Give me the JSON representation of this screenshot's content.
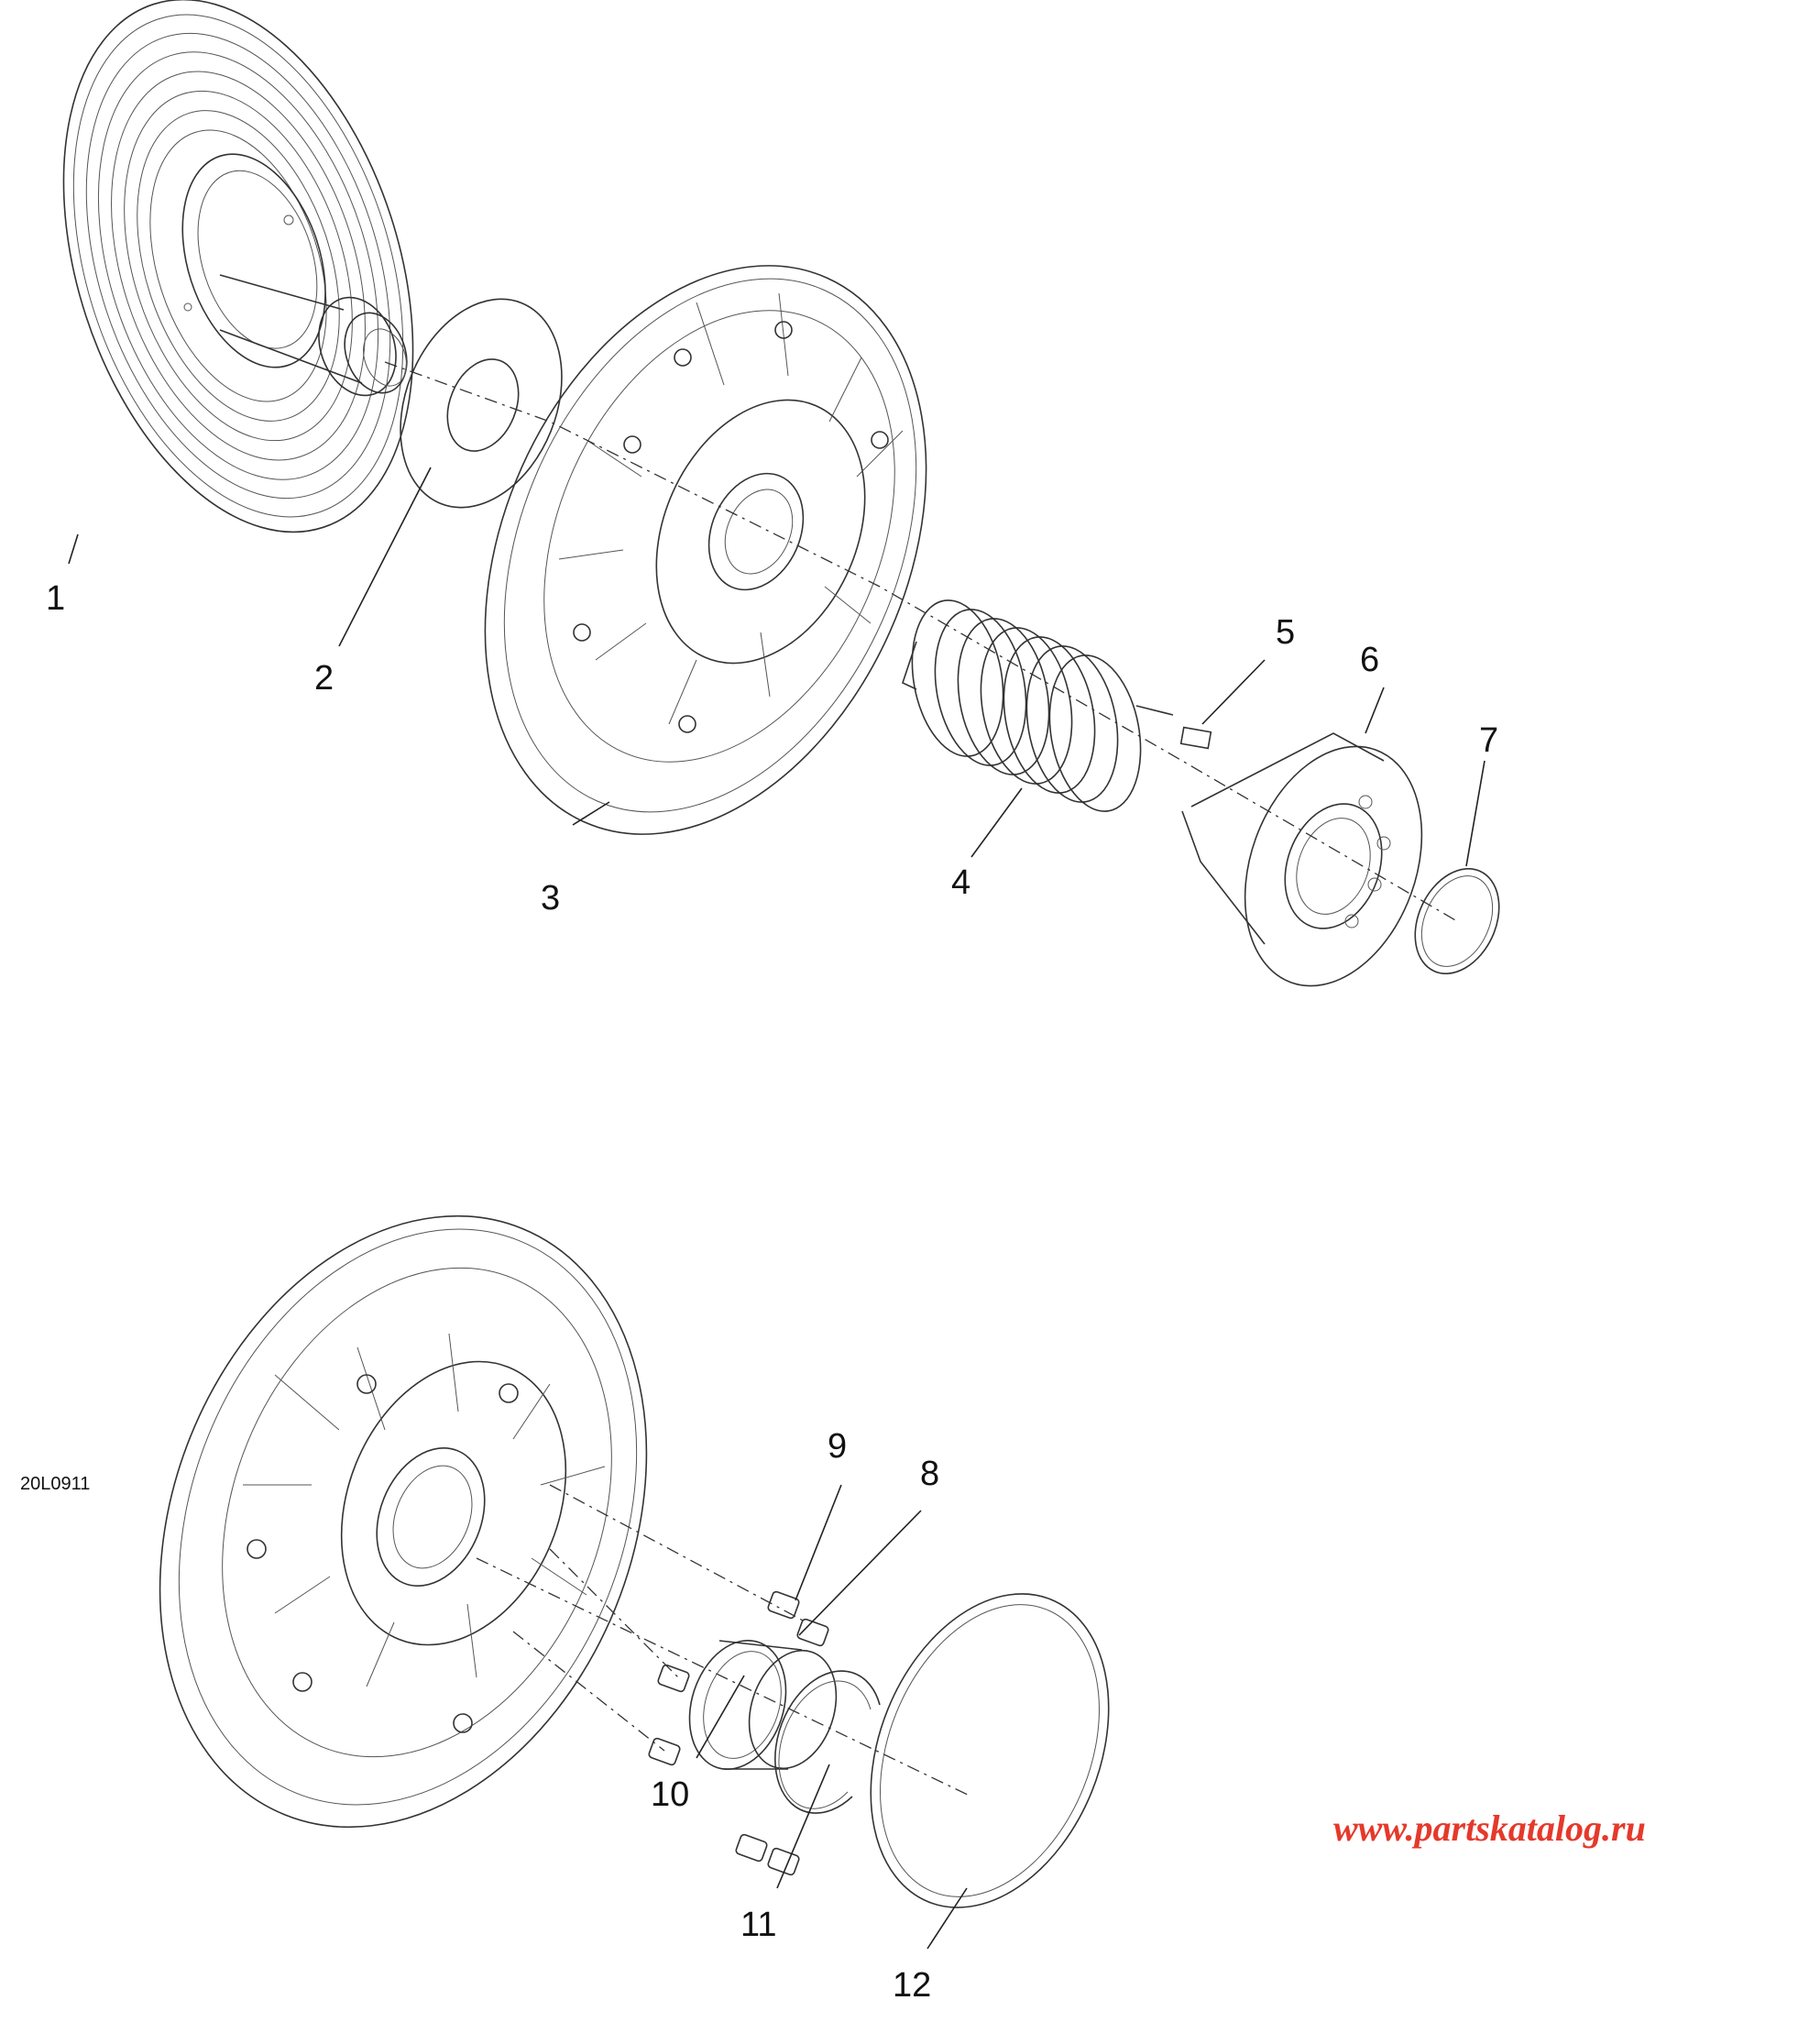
{
  "diagram_code": "20L0911",
  "watermark": "www.partskatalog.ru",
  "callouts": [
    "1",
    "2",
    "3",
    "4",
    "5",
    "6",
    "7",
    "8",
    "9",
    "10",
    "11",
    "12"
  ]
}
